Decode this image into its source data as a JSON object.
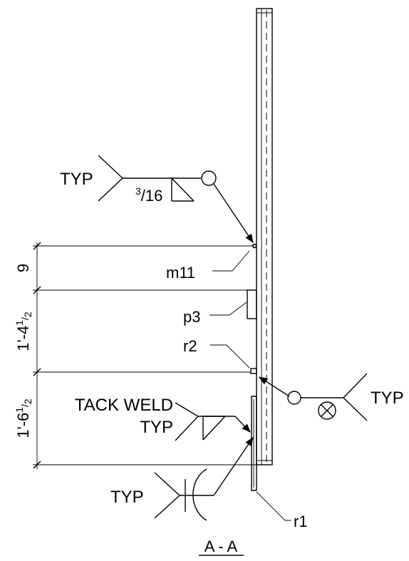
{
  "callouts": {
    "top_typ": "TYP",
    "fillet_size": {
      "numerator": "3",
      "denominator": "16"
    },
    "right_typ": "TYP",
    "tack_weld_line1": "TACK WELD",
    "tack_weld_line2": "TYP",
    "bottom_typ": "TYP"
  },
  "marks": {
    "m11": "m11",
    "p3": "p3",
    "r2": "r2",
    "r1": "r1"
  },
  "dimensions": {
    "dim1": {
      "main": "9",
      "sup": "",
      "sub": ""
    },
    "dim2": {
      "main": "1'-4",
      "sup": "1",
      "sub": "2"
    },
    "dim3": {
      "main": "1'-6",
      "sup": "1",
      "sub": "2"
    }
  },
  "section_title": "A - A"
}
